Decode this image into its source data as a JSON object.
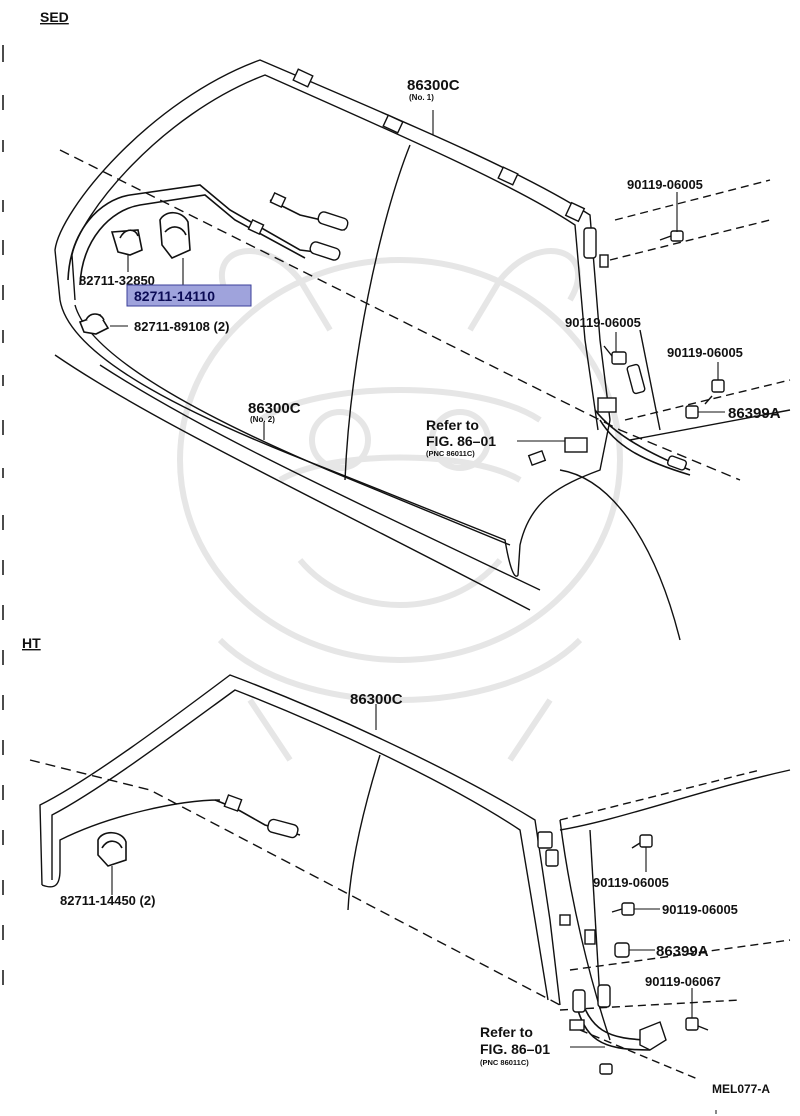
{
  "sections": {
    "sedan": "SED",
    "hardtop": "HT"
  },
  "sedan_labels": {
    "main_harness": "86300C",
    "main_harness_sub": "(No. 1)",
    "lower_harness": "86300C",
    "lower_harness_sub": "(No. 2)",
    "clamp_a": "82711-32850",
    "clamp_highlight": "82711-14110",
    "clamp_b": "82711-89108 (2)",
    "screw_1": "90119-06005",
    "screw_2": "90119-06005",
    "screw_3": "90119-06005",
    "cap": "86399A",
    "refer_line1": "Refer to",
    "refer_line2": "FIG. 86–01",
    "refer_pnc": "(PNC 86011C)"
  },
  "hardtop_labels": {
    "main_harness": "86300C",
    "clamp": "82711-14450 (2)",
    "screw_1": "90119-06005",
    "screw_2": "90119-06005",
    "cap": "86399A",
    "screw_3": "90119-06067",
    "refer_line1": "Refer to",
    "refer_line2": "FIG. 86–01",
    "refer_pnc": "(PNC 86011C)"
  },
  "diagram_code": "MEL077-A",
  "highlight_color": "#9fa3dc"
}
